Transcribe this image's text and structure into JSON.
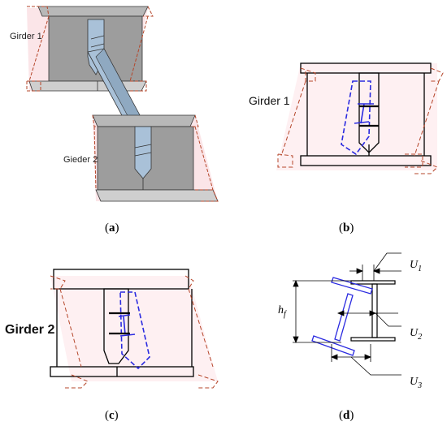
{
  "panels": {
    "a": {
      "caption_pre": "(",
      "caption_letter": "a",
      "caption_post": ")",
      "girder1_label": "Girder 1",
      "girder2_label": "Gieder 2"
    },
    "b": {
      "caption_pre": "(",
      "caption_letter": "b",
      "caption_post": ")",
      "girder_label": "Girder 1"
    },
    "c": {
      "caption_pre": "(",
      "caption_letter": "c",
      "caption_post": ")",
      "girder_label": "Girder 2"
    },
    "d": {
      "caption_pre": "(",
      "caption_letter": "d",
      "caption_post": ")",
      "u1_main": "U",
      "u1_sub": "1",
      "u2_main": "U",
      "u2_sub": "2",
      "u3_main": "U",
      "u3_sub": "3",
      "hf_main": "h",
      "hf_sub": "f"
    }
  },
  "colors": {
    "deformed": "#b5462a",
    "shading": "#f4b8bf",
    "crossframe": "#2a2ae0",
    "girder_fill": "#9d9d9d",
    "brace_fill": "#a9c1d8"
  }
}
